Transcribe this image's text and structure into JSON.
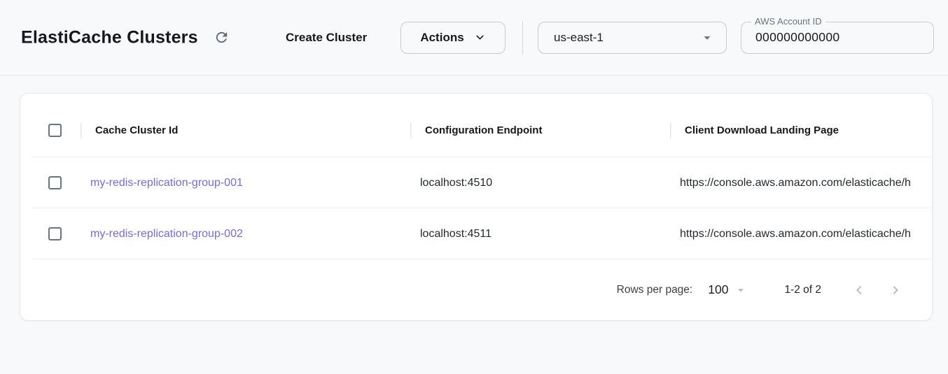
{
  "header": {
    "title": "ElastiCache Clusters",
    "create_button_label": "Create Cluster",
    "actions_button_label": "Actions",
    "region_select": {
      "value": "us-east-1"
    },
    "account_field": {
      "label": "AWS Account ID",
      "value": "000000000000"
    }
  },
  "table": {
    "columns": [
      "Cache Cluster Id",
      "Configuration Endpoint",
      "Client Download Landing Page"
    ],
    "rows": [
      {
        "cache_cluster_id": "my-redis-replication-group-001",
        "configuration_endpoint": "localhost:4510",
        "client_download_landing_page": "https://console.aws.amazon.com/elasticache/h"
      },
      {
        "cache_cluster_id": "my-redis-replication-group-002",
        "configuration_endpoint": "localhost:4511",
        "client_download_landing_page": "https://console.aws.amazon.com/elasticache/h"
      }
    ]
  },
  "pagination": {
    "rows_per_page_label": "Rows per page:",
    "rows_per_page_value": "100",
    "range_label": "1-2 of 2"
  },
  "icons": {
    "refresh": "refresh-icon",
    "actions_chevron": "chevron-down-icon",
    "region_caret": "caret-down-icon",
    "rows_per_page_caret": "caret-down-icon",
    "prev_page": "chevron-left-icon",
    "next_page": "chevron-right-icon"
  },
  "colors": {
    "page_background": "#f8f9fa",
    "link": "#7769e0",
    "icon_gray": "#5f6b7a",
    "disabled_chevron": "#bdbdbd"
  }
}
